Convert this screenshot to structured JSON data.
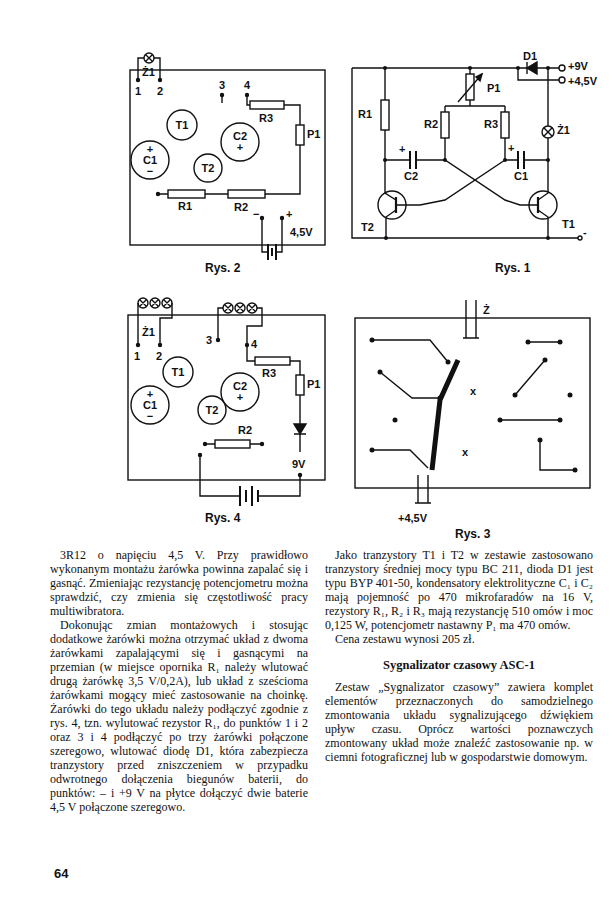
{
  "diagram": {
    "nodes": [
      {
        "text": [
          "T1"
        ]
      },
      {
        "text": [
          "+",
          "C1",
          "−"
        ]
      },
      {
        "text": [
          "T2"
        ]
      },
      {
        "text": [
          "C2",
          "+"
        ]
      },
      {
        "text": [
          "T1"
        ]
      },
      {
        "text": [
          "+",
          "C1",
          "−"
        ]
      },
      {
        "text": [
          "T2"
        ]
      },
      {
        "text": [
          "C2",
          "+"
        ]
      }
    ],
    "labels": [
      "Ż1",
      "1",
      "2",
      "3",
      "4",
      "R3",
      "P1",
      "R1",
      "R2",
      "−",
      "+",
      "4,5V",
      "Rys. 2",
      "D1",
      "+9V",
      "+4,5V",
      "P1",
      "R1",
      "R2",
      "R3",
      "Ż1",
      "+",
      "C2",
      "+",
      "C1",
      "T2",
      "T1",
      "-",
      "Rys. 1",
      "Ż1",
      "1",
      "2",
      "3",
      "4",
      "R3",
      "P1",
      "R2",
      "9V",
      "Rys. 4",
      "Ż",
      "x",
      "x",
      "+4,5V",
      "Rys. 3",
      "3R12 o napięciu 4,5 V. Przy prawidłowo wykonanym montażu żarówka powinna zapalać się i gasnąć. Zmieniając rezystancję potencjometru można sprawdzić, czy zmienia się częstotliwość pracy multiwibratora.",
      "Dokonując zmian montażowych i stosując dodatkowe żarówki można otrzymać układ z dwoma żarówkami zapalającymi się i gasnącymi na przemian (w miejsce opornika R₁ należy wlutować drugą żarówkę 3,5 V/0,2A), lub układ z sześcioma żarówkami mogący mieć zastosowanie na choinkę. Żarówki do tego układu należy podłączyć zgodnie z rys. 4, tzn. wylutować rezystor R₁, do punktów 1 i 2 oraz 3 i 4 podłączyć po trzy żarówki połączone szeregowo, wlutować diodę D1, która zabezpiecza tranzystory przed zniszczeniem w przypadku odwrotnego dołączenia biegunów baterii, do punktów: – i +9 V na płytce dołączyć dwie baterie 4,5 V połączone szeregowo.",
      "Jako tranzystory T1 i T2 w zestawie zastosowano tranzystory średniej mocy typu BC 211, dioda D1 jest typu BYP 401-50, kondensatory elektrolityczne C₁ i C₂ mają pojemność po 470 mikrofaradów na 16 V, rezystory R₁, R₂ i R₃ mają rezystancję 510 omów i moc 0,125 W, potencjometr nastawny P₁ ma 470 omów.",
      "Cena zestawu wynosi 205 zł.",
      "Sygnalizator czasowy ASC-1",
      "Zestaw „Sygnalizator czasowy” zawiera komplet elementów przeznaczonych do samodzielnego zmontowania układu sygnalizującego dźwiękiem upływ czasu. Oprócz wartości poznawczych zmontowany układ może znaleźć zastosowanie np. w ciemni fotograficznej lub w gospodarstwie domowym.",
      "64"
    ]
  }
}
